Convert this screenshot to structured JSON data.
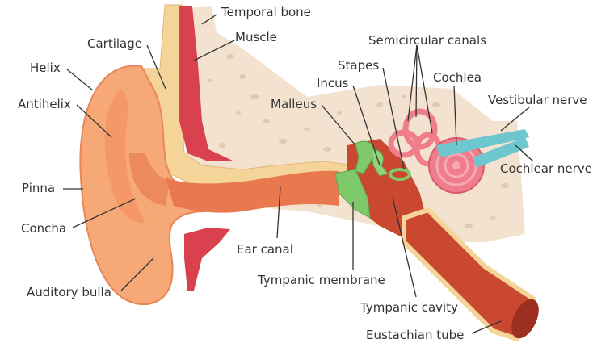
{
  "labels": {
    "temporal_bone": "Temporal bone",
    "muscle": "Muscle",
    "cartilage": "Cartilage",
    "helix": "Helix",
    "antihelix": "Antihelix",
    "pinna": "Pinna",
    "concha": "Concha",
    "auditory_bulla": "Auditory bulla",
    "malleus": "Malleus",
    "incus": "Incus",
    "stapes": "Stapes",
    "semicircular_canals": "Semicircular canals",
    "cochlea": "Cochlea",
    "vestibular_nerve": "Vestibular nerve",
    "cochlear_nerve": "Cochlear nerve",
    "ear_canal": "Ear canal",
    "tympanic_membrane": "Tympanic membrane",
    "tympanic_cavity": "Tympanic cavity",
    "eustachian_tube": "Eustachian tube"
  },
  "colors": {
    "bone": "#f2e2cf",
    "bone_pore": "#e2c8ad",
    "skin": "#f6a877",
    "skin_dark": "#e8865a",
    "canal": "#e9784f",
    "muscle": "#d9414f",
    "cartilage": "#f5d49a",
    "ossicles": "#7fc96a",
    "inner_ear": "#ef7d8b",
    "nerve": "#6ec6cf",
    "tube": "#c9482f",
    "leader": "#333333"
  }
}
